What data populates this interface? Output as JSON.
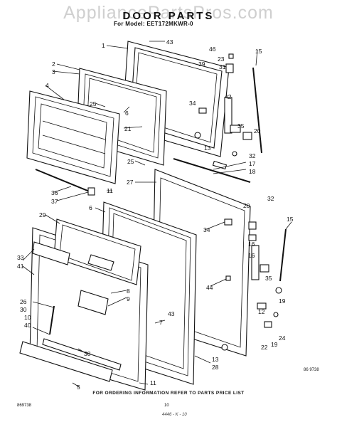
{
  "watermark": "AppliancePartsPros.com",
  "header": {
    "title": "DOOR PARTS",
    "model": "For Model: EET172MKWR-0"
  },
  "footer": {
    "ordering_note": "FOR ORDERING INFORMATION REFER TO PARTS PRICE LIST",
    "left_code": "869738",
    "page_number": "10",
    "right_code": "86 9738",
    "handwriting": "4446 - K - 10"
  },
  "callouts": [
    "1",
    "2",
    "3",
    "4",
    "5",
    "6",
    "7",
    "8",
    "9",
    "10",
    "11",
    "12",
    "13",
    "15",
    "16",
    "17",
    "18",
    "19",
    "20",
    "21",
    "22",
    "23",
    "24",
    "25",
    "26",
    "27",
    "28",
    "29",
    "30",
    "31",
    "32",
    "33",
    "34",
    "35",
    "36",
    "37",
    "38",
    "39",
    "40",
    "41",
    "42",
    "43",
    "44",
    "46"
  ]
}
